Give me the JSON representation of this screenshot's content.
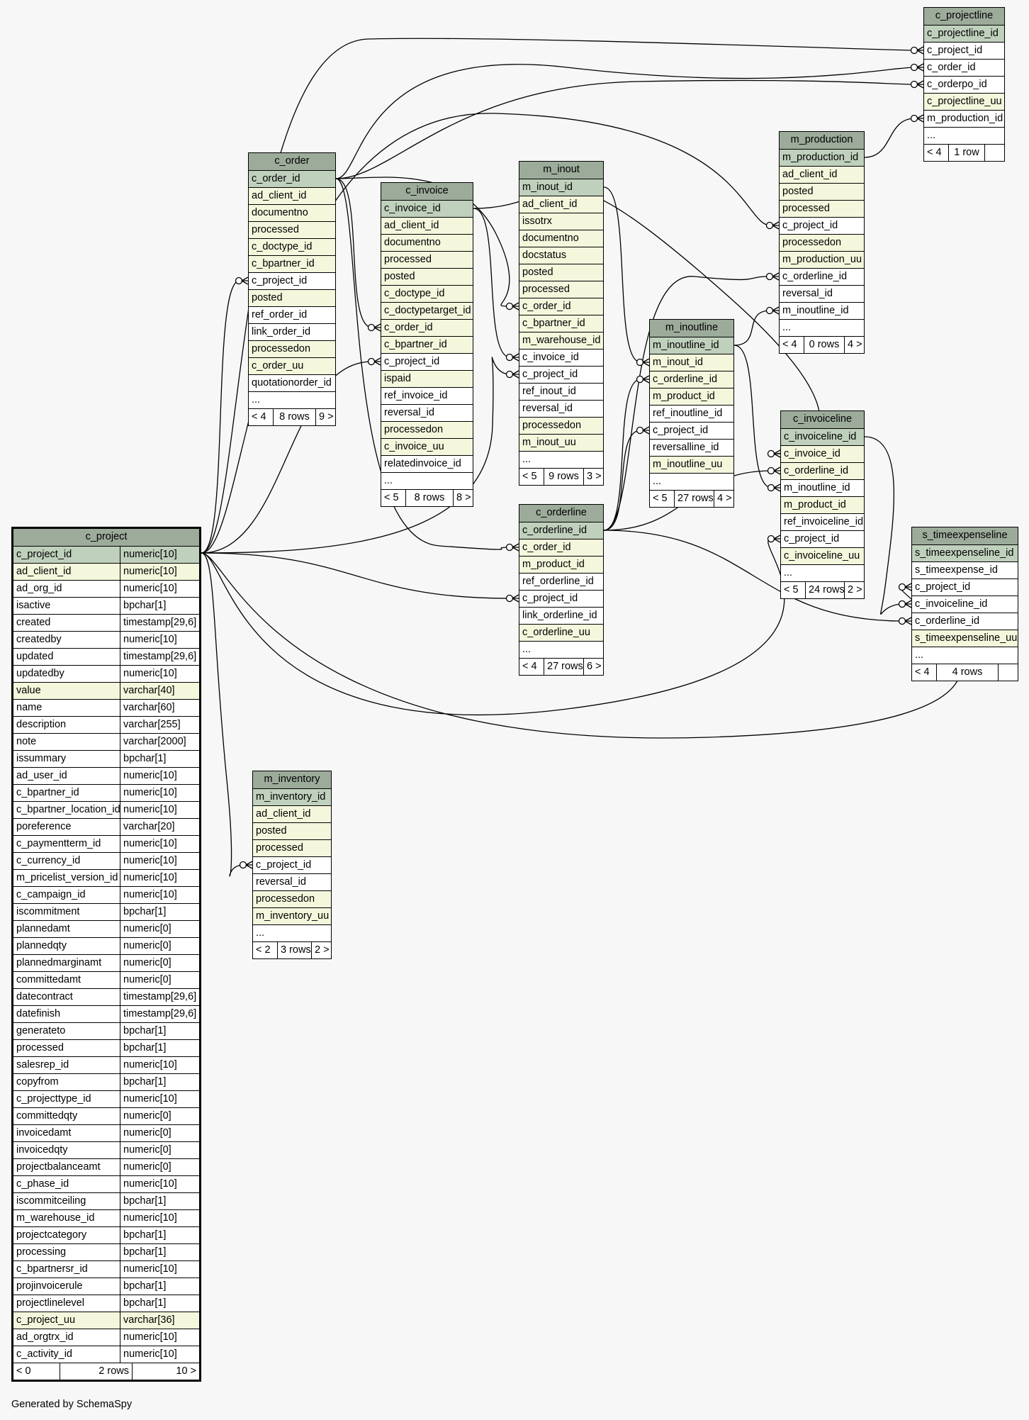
{
  "footer": "Generated by SchemaSpy",
  "colors": {
    "header": "#9cab9a",
    "primary_key": "#bfd0bc",
    "indexed": "#f4f7dc",
    "plain": "#ffffff",
    "background": "#f7f7f7"
  },
  "tables": {
    "c_projectline": {
      "title": "c_projectline",
      "rows": [
        [
          "c_projectline_id",
          "pk"
        ],
        [
          "c_project_id",
          "plain"
        ],
        [
          "c_order_id",
          "plain"
        ],
        [
          "c_orderpo_id",
          "plain"
        ],
        [
          "c_projectline_uu",
          "idx"
        ],
        [
          "m_production_id",
          "plain"
        ],
        [
          "...",
          "plain"
        ]
      ],
      "footer": [
        "< 4",
        "1 row",
        ""
      ]
    },
    "m_production": {
      "title": "m_production",
      "rows": [
        [
          "m_production_id",
          "pk"
        ],
        [
          "ad_client_id",
          "idx"
        ],
        [
          "posted",
          "idx"
        ],
        [
          "processed",
          "idx"
        ],
        [
          "c_project_id",
          "plain"
        ],
        [
          "processedon",
          "idx"
        ],
        [
          "m_production_uu",
          "idx"
        ],
        [
          "c_orderline_id",
          "plain"
        ],
        [
          "reversal_id",
          "plain"
        ],
        [
          "m_inoutline_id",
          "plain"
        ],
        [
          "...",
          "plain"
        ]
      ],
      "footer": [
        "< 4",
        "0 rows",
        "4 >"
      ]
    },
    "c_order": {
      "title": "c_order",
      "rows": [
        [
          "c_order_id",
          "pk"
        ],
        [
          "ad_client_id",
          "idx"
        ],
        [
          "documentno",
          "idx"
        ],
        [
          "processed",
          "idx"
        ],
        [
          "c_doctype_id",
          "idx"
        ],
        [
          "c_bpartner_id",
          "idx"
        ],
        [
          "c_project_id",
          "plain"
        ],
        [
          "posted",
          "idx"
        ],
        [
          "ref_order_id",
          "plain"
        ],
        [
          "link_order_id",
          "plain"
        ],
        [
          "processedon",
          "idx"
        ],
        [
          "c_order_uu",
          "idx"
        ],
        [
          "quotationorder_id",
          "plain"
        ],
        [
          "...",
          "plain"
        ]
      ],
      "footer": [
        "< 4",
        "8 rows",
        "9 >"
      ]
    },
    "c_invoice": {
      "title": "c_invoice",
      "rows": [
        [
          "c_invoice_id",
          "pk"
        ],
        [
          "ad_client_id",
          "idx"
        ],
        [
          "documentno",
          "idx"
        ],
        [
          "processed",
          "idx"
        ],
        [
          "posted",
          "idx"
        ],
        [
          "c_doctype_id",
          "idx"
        ],
        [
          "c_doctypetarget_id",
          "idx"
        ],
        [
          "c_order_id",
          "idx"
        ],
        [
          "c_bpartner_id",
          "idx"
        ],
        [
          "c_project_id",
          "plain"
        ],
        [
          "ispaid",
          "idx"
        ],
        [
          "ref_invoice_id",
          "plain"
        ],
        [
          "reversal_id",
          "plain"
        ],
        [
          "processedon",
          "idx"
        ],
        [
          "c_invoice_uu",
          "idx"
        ],
        [
          "relatedinvoice_id",
          "plain"
        ],
        [
          "...",
          "plain"
        ]
      ],
      "footer": [
        "< 5",
        "8 rows",
        "8 >"
      ]
    },
    "m_inout": {
      "title": "m_inout",
      "rows": [
        [
          "m_inout_id",
          "pk"
        ],
        [
          "ad_client_id",
          "idx"
        ],
        [
          "issotrx",
          "idx"
        ],
        [
          "documentno",
          "idx"
        ],
        [
          "docstatus",
          "idx"
        ],
        [
          "posted",
          "idx"
        ],
        [
          "processed",
          "idx"
        ],
        [
          "c_order_id",
          "idx"
        ],
        [
          "c_bpartner_id",
          "idx"
        ],
        [
          "m_warehouse_id",
          "idx"
        ],
        [
          "c_invoice_id",
          "plain"
        ],
        [
          "c_project_id",
          "plain"
        ],
        [
          "ref_inout_id",
          "plain"
        ],
        [
          "reversal_id",
          "plain"
        ],
        [
          "processedon",
          "idx"
        ],
        [
          "m_inout_uu",
          "idx"
        ],
        [
          "...",
          "plain"
        ]
      ],
      "footer": [
        "< 5",
        "9 rows",
        "3 >"
      ]
    },
    "m_inoutline": {
      "title": "m_inoutline",
      "rows": [
        [
          "m_inoutline_id",
          "pk"
        ],
        [
          "m_inout_id",
          "idx"
        ],
        [
          "c_orderline_id",
          "idx"
        ],
        [
          "m_product_id",
          "idx"
        ],
        [
          "ref_inoutline_id",
          "plain"
        ],
        [
          "c_project_id",
          "plain"
        ],
        [
          "reversalline_id",
          "plain"
        ],
        [
          "m_inoutline_uu",
          "idx"
        ],
        [
          "...",
          "plain"
        ]
      ],
      "footer": [
        "< 5",
        "27 rows",
        "4 >"
      ]
    },
    "c_invoiceline": {
      "title": "c_invoiceline",
      "rows": [
        [
          "c_invoiceline_id",
          "pk"
        ],
        [
          "c_invoice_id",
          "idx"
        ],
        [
          "c_orderline_id",
          "idx"
        ],
        [
          "m_inoutline_id",
          "plain"
        ],
        [
          "m_product_id",
          "idx"
        ],
        [
          "ref_invoiceline_id",
          "plain"
        ],
        [
          "c_project_id",
          "plain"
        ],
        [
          "c_invoiceline_uu",
          "idx"
        ],
        [
          "...",
          "plain"
        ]
      ],
      "footer": [
        "< 5",
        "24 rows",
        "2 >"
      ]
    },
    "c_orderline": {
      "title": "c_orderline",
      "rows": [
        [
          "c_orderline_id",
          "pk"
        ],
        [
          "c_order_id",
          "idx"
        ],
        [
          "m_product_id",
          "idx"
        ],
        [
          "ref_orderline_id",
          "plain"
        ],
        [
          "c_project_id",
          "plain"
        ],
        [
          "link_orderline_id",
          "plain"
        ],
        [
          "c_orderline_uu",
          "idx"
        ],
        [
          "...",
          "plain"
        ]
      ],
      "footer": [
        "< 4",
        "27 rows",
        "6 >"
      ]
    },
    "s_timeexpenseline": {
      "title": "s_timeexpenseline",
      "rows": [
        [
          "s_timeexpenseline_id",
          "pk"
        ],
        [
          "s_timeexpense_id",
          "plain"
        ],
        [
          "c_project_id",
          "plain"
        ],
        [
          "c_invoiceline_id",
          "plain"
        ],
        [
          "c_orderline_id",
          "plain"
        ],
        [
          "s_timeexpenseline_uu",
          "idx"
        ],
        [
          "...",
          "plain"
        ]
      ],
      "footer": [
        "< 4",
        "4 rows",
        ""
      ]
    },
    "m_inventory": {
      "title": "m_inventory",
      "rows": [
        [
          "m_inventory_id",
          "pk"
        ],
        [
          "ad_client_id",
          "idx"
        ],
        [
          "posted",
          "idx"
        ],
        [
          "processed",
          "idx"
        ],
        [
          "c_project_id",
          "plain"
        ],
        [
          "reversal_id",
          "plain"
        ],
        [
          "processedon",
          "idx"
        ],
        [
          "m_inventory_uu",
          "idx"
        ],
        [
          "...",
          "plain"
        ]
      ],
      "footer": [
        "< 2",
        "3 rows",
        "2 >"
      ]
    },
    "c_project": {
      "title": "c_project",
      "rows": [
        [
          "c_project_id",
          "numeric[10]",
          "pk"
        ],
        [
          "ad_client_id",
          "numeric[10]",
          "idx"
        ],
        [
          "ad_org_id",
          "numeric[10]",
          "plain"
        ],
        [
          "isactive",
          "bpchar[1]",
          "plain"
        ],
        [
          "created",
          "timestamp[29,6]",
          "plain"
        ],
        [
          "createdby",
          "numeric[10]",
          "plain"
        ],
        [
          "updated",
          "timestamp[29,6]",
          "plain"
        ],
        [
          "updatedby",
          "numeric[10]",
          "plain"
        ],
        [
          "value",
          "varchar[40]",
          "idx"
        ],
        [
          "name",
          "varchar[60]",
          "plain"
        ],
        [
          "description",
          "varchar[255]",
          "plain"
        ],
        [
          "note",
          "varchar[2000]",
          "plain"
        ],
        [
          "issummary",
          "bpchar[1]",
          "plain"
        ],
        [
          "ad_user_id",
          "numeric[10]",
          "plain"
        ],
        [
          "c_bpartner_id",
          "numeric[10]",
          "plain"
        ],
        [
          "c_bpartner_location_id",
          "numeric[10]",
          "plain"
        ],
        [
          "poreference",
          "varchar[20]",
          "plain"
        ],
        [
          "c_paymentterm_id",
          "numeric[10]",
          "plain"
        ],
        [
          "c_currency_id",
          "numeric[10]",
          "plain"
        ],
        [
          "m_pricelist_version_id",
          "numeric[10]",
          "plain"
        ],
        [
          "c_campaign_id",
          "numeric[10]",
          "plain"
        ],
        [
          "iscommitment",
          "bpchar[1]",
          "plain"
        ],
        [
          "plannedamt",
          "numeric[0]",
          "plain"
        ],
        [
          "plannedqty",
          "numeric[0]",
          "plain"
        ],
        [
          "plannedmarginamt",
          "numeric[0]",
          "plain"
        ],
        [
          "committedamt",
          "numeric[0]",
          "plain"
        ],
        [
          "datecontract",
          "timestamp[29,6]",
          "plain"
        ],
        [
          "datefinish",
          "timestamp[29,6]",
          "plain"
        ],
        [
          "generateto",
          "bpchar[1]",
          "plain"
        ],
        [
          "processed",
          "bpchar[1]",
          "plain"
        ],
        [
          "salesrep_id",
          "numeric[10]",
          "plain"
        ],
        [
          "copyfrom",
          "bpchar[1]",
          "plain"
        ],
        [
          "c_projecttype_id",
          "numeric[10]",
          "plain"
        ],
        [
          "committedqty",
          "numeric[0]",
          "plain"
        ],
        [
          "invoicedamt",
          "numeric[0]",
          "plain"
        ],
        [
          "invoicedqty",
          "numeric[0]",
          "plain"
        ],
        [
          "projectbalanceamt",
          "numeric[0]",
          "plain"
        ],
        [
          "c_phase_id",
          "numeric[10]",
          "plain"
        ],
        [
          "iscommitceiling",
          "bpchar[1]",
          "plain"
        ],
        [
          "m_warehouse_id",
          "numeric[10]",
          "plain"
        ],
        [
          "projectcategory",
          "bpchar[1]",
          "plain"
        ],
        [
          "processing",
          "bpchar[1]",
          "plain"
        ],
        [
          "c_bpartnersr_id",
          "numeric[10]",
          "plain"
        ],
        [
          "projinvoicerule",
          "bpchar[1]",
          "plain"
        ],
        [
          "projectlinelevel",
          "bpchar[1]",
          "plain"
        ],
        [
          "c_project_uu",
          "varchar[36]",
          "idx"
        ],
        [
          "ad_orgtrx_id",
          "numeric[10]",
          "plain"
        ],
        [
          "c_activity_id",
          "numeric[10]",
          "plain"
        ]
      ],
      "footer": [
        "< 0",
        "2 rows",
        "10 >"
      ]
    }
  }
}
